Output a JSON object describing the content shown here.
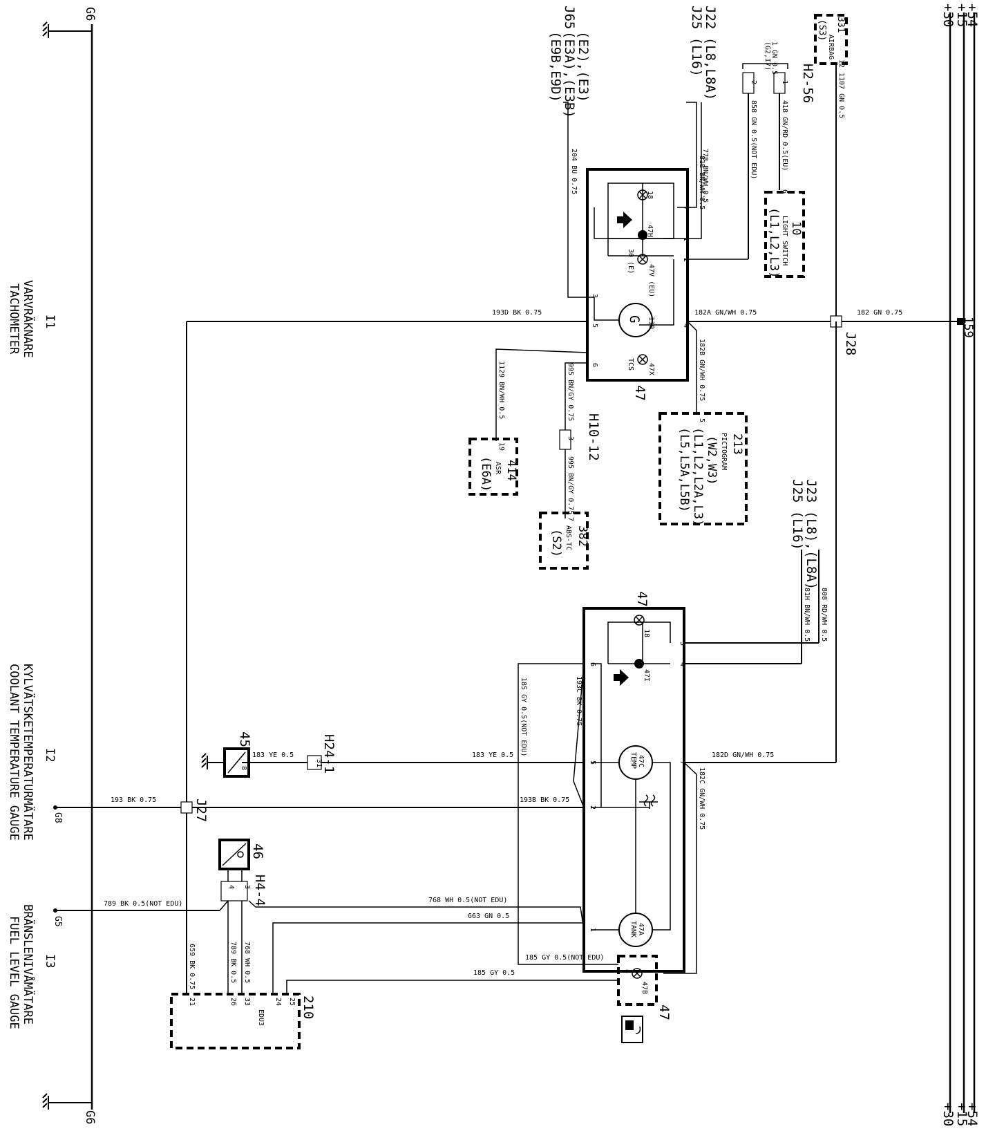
{
  "bus": {
    "b30": "+30",
    "b15": "+15",
    "b54": "+54"
  },
  "grounds": {
    "g6_top": "G6",
    "g6_bottom": "G6",
    "g8": "G8",
    "g5": "G5"
  },
  "gauges": {
    "i1": {
      "id": "I1",
      "sv": "VARVRÄKNARE",
      "en": "TACHOMETER"
    },
    "i2": {
      "id": "I2",
      "sv": "KYLVÄTSKETEMPERATURMÄTARE",
      "en": "COOLANT TEMPERATURE GAUGE"
    },
    "i3": {
      "id": "I3",
      "sv": "BRÄNSLENIVÅMÄTARE",
      "en": "FUEL LEVEL GAUGE"
    }
  },
  "refs": {
    "j65": "J65",
    "j65_l1": "(E2),(E3)",
    "j65_l2": "(E3A),(E3B)",
    "j65_l3": "(E9B,E9D)",
    "j22": "J22 (L8,L8A)",
    "j25_top": "J25 (L16)",
    "j23": "J23 (L8),(L8A)",
    "j25_mid": "J25 (L16)",
    "h2_56": "H2-56",
    "h10_12": "H10-12",
    "h24_1": "H24-1",
    "h4_4": "H4-4",
    "j28": "J28",
    "j27": "J27",
    "c159": "159"
  },
  "components": {
    "c331": {
      "num": "331",
      "name": "AIRBAG",
      "ref": "(S3)"
    },
    "c10": {
      "num": "10",
      "name": "LIGHT SWITCH",
      "ref": "(L1,L2,L3)"
    },
    "c213": {
      "num": "213",
      "name": "PICTOGRAM",
      "ref1": "(W2,W3)",
      "ref2": "(L1,L2,L2A,L3)",
      "ref3": "(L5,L5A,L5B)"
    },
    "c414": {
      "num": "414",
      "name": "ASR",
      "ref": "(E6A)"
    },
    "c382": {
      "num": "382",
      "name": "ABS-TC",
      "ref": "(S2)"
    },
    "c47_top": "47",
    "c47_mid": "47",
    "c47_bot": "47",
    "c45": "45",
    "c46": "46",
    "c210": {
      "num": "210",
      "name": "EDU3"
    }
  },
  "internal": {
    "g": "G",
    "p110": "110",
    "p47x": "47X",
    "tcs": "TCS",
    "p18a": "18",
    "p47h": "47H",
    "p47v": "47V (EU)",
    "e30": "30 (E)",
    "p18b": "18",
    "p47i": "47I",
    "p47c": "47C",
    "temp": "TEMP",
    "p47a": "47A",
    "tank": "TANK",
    "p47b": "47B"
  },
  "pins": {
    "top": [
      "7",
      "1",
      "2",
      "3",
      "5",
      "4",
      "6"
    ],
    "mid": [
      "3",
      "4",
      "6",
      "5",
      "7",
      "2",
      "1"
    ],
    "c47b": [
      "5",
      "4"
    ],
    "c210": [
      "21",
      "26",
      "33",
      "24",
      "25"
    ],
    "h2": [
      "1",
      "2"
    ],
    "h4": [
      "4",
      "3"
    ],
    "h10": "3",
    "h24": "31",
    "c10": "6",
    "c331": "12",
    "c213": "5",
    "c414": "19",
    "c382": "7",
    "c45": "8"
  },
  "wires": {
    "w1107": "1107 GN 0.5",
    "w1gn": "1 GN 0.5",
    "w1gn2": "(G2,I7)",
    "w418": "418 GN/RD 0.5(EU)",
    "w858": "858 GN 0.5(NOT EDU)",
    "w778": "778 BN/WH 0.5",
    "w81e": "81E BN/WH 0.5",
    "w204": "204 BU 0.75",
    "w182a": "182A GN/WH 0.75",
    "w182": "182 GN 0.75",
    "w193d": "193D BK 0.75",
    "w182b": "182B GN/WH 0.75",
    "w995a": "995 BN/GY 0.75",
    "w995b": "995 BN/GY 0.75",
    "w1129": "1129 BN/WH 0.5",
    "w808": "808 RD/WH 0.5",
    "w81h": "81H BN/WH 0.5",
    "w185a": "185 GY 0.5(NOT EDU)",
    "w193c": "193C BK 0.75",
    "w183a": "183 YE 0.5",
    "w183b": "183 YE 0.5",
    "w182d": "182D GN/WH 0.75",
    "w193": "193 BK 0.75",
    "w193b": "193B BK 0.75",
    "w182c": "182C GN/WH 0.75",
    "w789a": "789 BK 0.5(NOT EDU)",
    "w768a": "768 WH 0.5(NOT EDU)",
    "w663": "663 GN 0.5",
    "w659": "659 BK 0.75",
    "w789b": "789 BK 0.5",
    "w768b": "768 WH 0.5",
    "w185b": "185 GY 0.5(NOT EDU)",
    "w185c": "185 GY 0.5"
  }
}
